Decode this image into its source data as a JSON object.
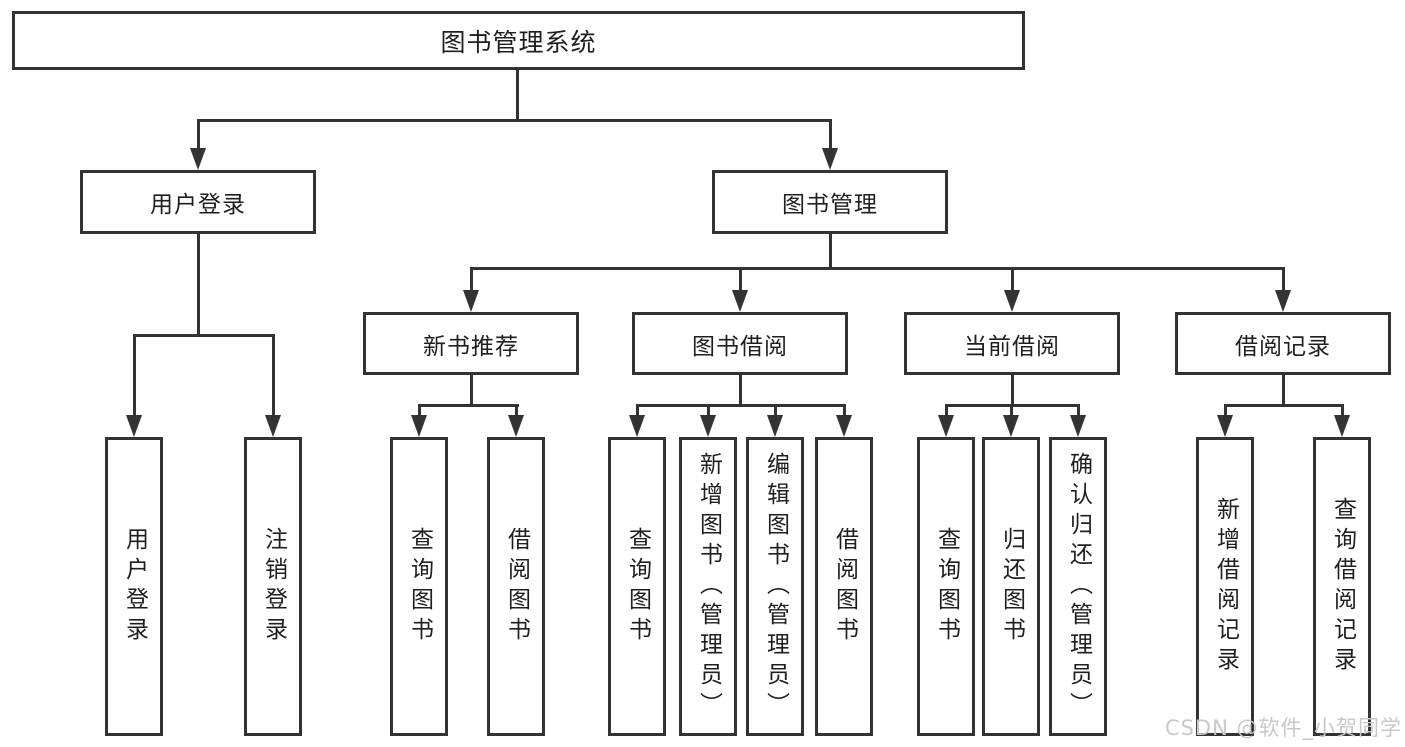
{
  "tree": {
    "root": "图书管理系统",
    "branches": [
      {
        "label": "用户登录",
        "children": [
          "用户登录",
          "注销登录"
        ]
      },
      {
        "label": "图书管理",
        "children": [
          {
            "label": "新书推荐",
            "children": [
              "查询图书",
              "借阅图书"
            ]
          },
          {
            "label": "图书借阅",
            "children": [
              "查询图书",
              "新增图书（管理员）",
              "编辑图书（管理员）",
              "借阅图书"
            ]
          },
          {
            "label": "当前借阅",
            "children": [
              "查询图书",
              "归还图书",
              "确认归还（管理员）"
            ]
          },
          {
            "label": "借阅记录",
            "children": [
              "新增借阅记录",
              "查询借阅记录"
            ]
          }
        ]
      }
    ]
  },
  "watermark": {
    "text": "CSDN @软件_小贺同学",
    "color": "#c8c8c8"
  },
  "colors": {
    "line": "#333333",
    "text": "#1f1f1f",
    "background": "#ffffff"
  }
}
